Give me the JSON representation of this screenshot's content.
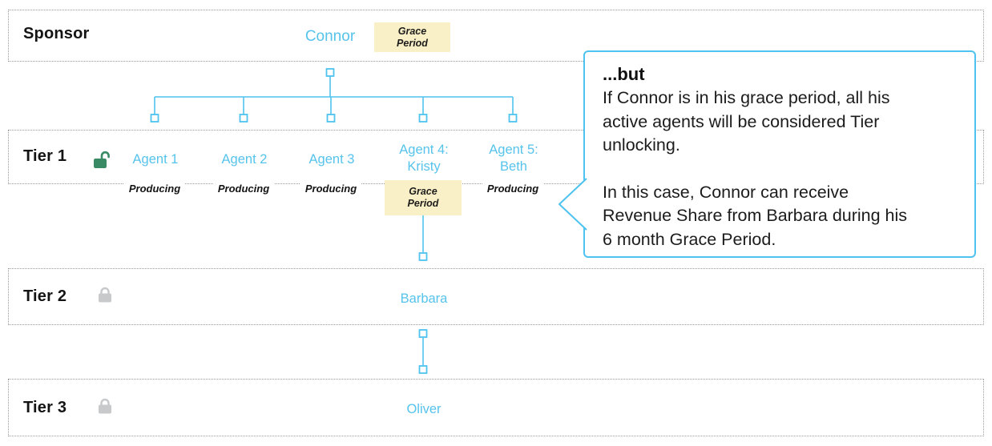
{
  "colors": {
    "blue_text": "#56c3ec",
    "connector_blue": "#4fc3ef",
    "badge_background": "#faf0c8",
    "unlocked_green": "#3a8a66",
    "locked_gray": "#c7c9cb",
    "row_border": "#999999"
  },
  "sponsor": {
    "label": "Sponsor",
    "agent": "Connor",
    "badge": "Grace Period"
  },
  "tier1": {
    "label": "Tier 1",
    "lock_state": "unlocked",
    "agents": [
      {
        "name": "Agent 1",
        "status": "Producing"
      },
      {
        "name": "Agent 2",
        "status": "Producing"
      },
      {
        "name": "Agent 3",
        "status": "Producing"
      },
      {
        "name": "Agent 4: Kristy",
        "status": "Grace Period"
      },
      {
        "name": "Agent 5: Beth",
        "status": "Producing"
      }
    ]
  },
  "tier2": {
    "label": "Tier 2",
    "lock_state": "locked",
    "agent": "Barbara"
  },
  "tier3": {
    "label": "Tier 3",
    "lock_state": "locked",
    "agent": "Oliver"
  },
  "callout": {
    "title": "...but",
    "paragraph1": "If Connor is in his grace period, all his\nactive agents will be considered Tier\nunlocking.",
    "paragraph2": "In this case, Connor can receive\nRevenue Share from Barbara during his\n6 month Grace Period."
  }
}
